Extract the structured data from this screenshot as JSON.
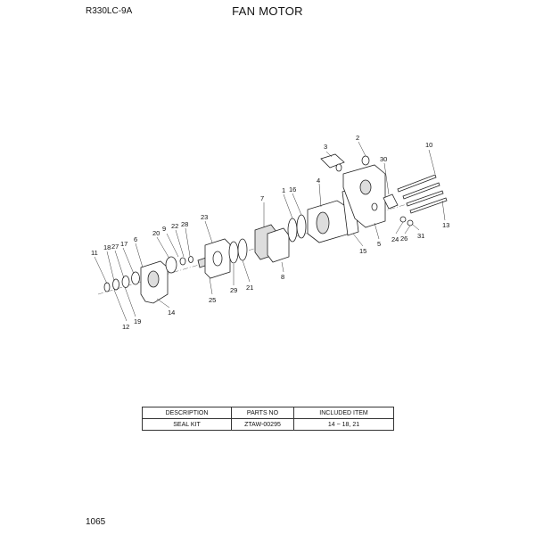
{
  "header": {
    "model": "R330LC-9A",
    "title": "FAN MOTOR"
  },
  "footer": {
    "page_number": "1065"
  },
  "callouts": [
    "1",
    "2",
    "3",
    "4",
    "5",
    "6",
    "7",
    "8",
    "9",
    "10",
    "11",
    "12",
    "13",
    "14",
    "15",
    "16",
    "17",
    "18",
    "19",
    "20",
    "21",
    "22",
    "23",
    "24",
    "25",
    "26",
    "27",
    "28",
    "29",
    "30",
    "31"
  ],
  "kit_table": {
    "headers": [
      "DESCRIPTION",
      "PARTS NO",
      "INCLUDED ITEM"
    ],
    "rows": [
      [
        "SEAL KIT",
        "ZTAW-00295",
        "14 ~ 18, 21"
      ]
    ]
  }
}
